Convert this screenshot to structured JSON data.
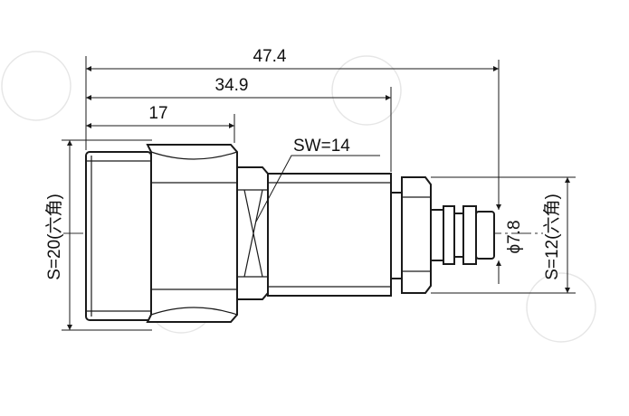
{
  "dimensions": {
    "overall_length": "47.4",
    "body_length": "34.9",
    "hex_length": "17",
    "wrench_size": "SW=14",
    "large_hex": "S=20(六角)",
    "small_hex": "S=12(六角)",
    "pin_diameter": "ϕ7.8"
  }
}
